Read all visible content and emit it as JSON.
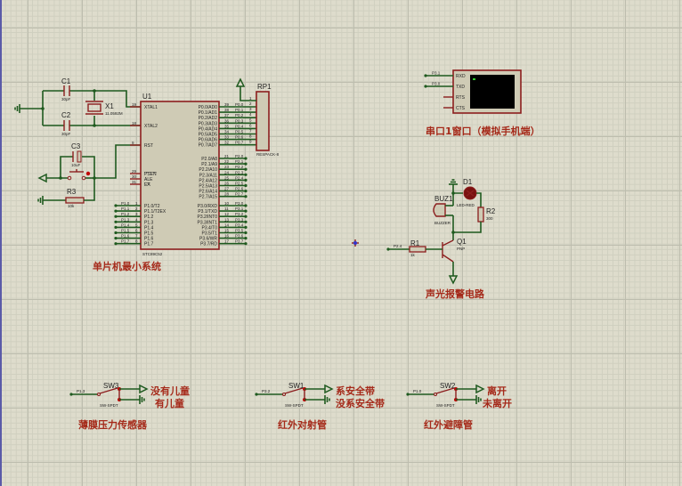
{
  "canvas": {
    "grid_color": "#dedccc",
    "wire_color": "#1f5a1f",
    "part_color": "#8c1e1e",
    "label_color": "#a52a1a"
  },
  "mcu": {
    "ref": "U1",
    "model": "STC89C52",
    "left_pins": [
      {
        "num": "19",
        "name": "XTAL1"
      },
      {
        "num": "18",
        "name": "XTAL2"
      },
      {
        "num": "9",
        "name": "RST"
      },
      {
        "num": "29",
        "name": "PSEN"
      },
      {
        "num": "30",
        "name": "ALE"
      },
      {
        "num": "31",
        "name": "EA"
      }
    ],
    "p1_pins": [
      {
        "num": "1",
        "name": "P1.0/T2",
        "net": "P1.0"
      },
      {
        "num": "2",
        "name": "P1.1/T2EX",
        "net": "P1.1"
      },
      {
        "num": "3",
        "name": "P1.2",
        "net": "P1.2"
      },
      {
        "num": "4",
        "name": "P1.3",
        "net": "P1.3"
      },
      {
        "num": "5",
        "name": "P1.4",
        "net": "P1.4"
      },
      {
        "num": "6",
        "name": "P1.5",
        "net": "P1.5"
      },
      {
        "num": "7",
        "name": "P1.6",
        "net": "P1.6"
      },
      {
        "num": "8",
        "name": "P1.7",
        "net": "P1.7"
      }
    ],
    "p0_pins": [
      {
        "num": "39",
        "name": "P0.0/AD0",
        "net": "P0.0"
      },
      {
        "num": "38",
        "name": "P0.1/AD1",
        "net": "P0.1"
      },
      {
        "num": "37",
        "name": "P0.2/AD2",
        "net": "P0.2"
      },
      {
        "num": "36",
        "name": "P0.3/AD3",
        "net": "P0.3"
      },
      {
        "num": "35",
        "name": "P0.4/AD4",
        "net": "P0.4"
      },
      {
        "num": "34",
        "name": "P0.5/AD5",
        "net": "P0.5"
      },
      {
        "num": "33",
        "name": "P0.6/AD6",
        "net": "P0.6"
      },
      {
        "num": "32",
        "name": "P0.7/AD7",
        "net": "P0.7"
      }
    ],
    "p2_pins": [
      {
        "num": "21",
        "name": "P2.0/A8",
        "net": "P2.0"
      },
      {
        "num": "22",
        "name": "P2.1/A9",
        "net": "P2.1"
      },
      {
        "num": "23",
        "name": "P2.2/A10",
        "net": "P2.2"
      },
      {
        "num": "24",
        "name": "P2.3/A11",
        "net": "P2.3"
      },
      {
        "num": "25",
        "name": "P2.4/A12",
        "net": "P2.4"
      },
      {
        "num": "26",
        "name": "P2.5/A13",
        "net": "P2.5"
      },
      {
        "num": "27",
        "name": "P2.6/A14",
        "net": "P2.6"
      },
      {
        "num": "28",
        "name": "P2.7/A15",
        "net": "P2.7"
      }
    ],
    "p3_pins": [
      {
        "num": "10",
        "name": "P3.0/RXD",
        "net": "P3.0"
      },
      {
        "num": "11",
        "name": "P3.1/TXD",
        "net": "P3.1"
      },
      {
        "num": "12",
        "name": "P3.2/INT0",
        "net": "P3.2"
      },
      {
        "num": "13",
        "name": "P3.3/INT1",
        "net": "P3.3"
      },
      {
        "num": "14",
        "name": "P3.4/T0",
        "net": "P3.4"
      },
      {
        "num": "15",
        "name": "P3.5/T1",
        "net": "P3.5"
      },
      {
        "num": "16",
        "name": "P3.6/WR",
        "net": "P3.6"
      },
      {
        "num": "17",
        "name": "P3.7/RD",
        "net": "P3.7"
      }
    ]
  },
  "components": {
    "c1": {
      "ref": "C1",
      "value": "30pF"
    },
    "c2": {
      "ref": "C2",
      "value": "30pF"
    },
    "x1": {
      "ref": "X1",
      "value": "11.0592M"
    },
    "c3": {
      "ref": "C3",
      "value": "10uF"
    },
    "r3": {
      "ref": "R3",
      "value": "10k"
    },
    "rp1": {
      "ref": "RP1",
      "value": "RESPACK-8",
      "pins": [
        "1",
        "2",
        "3",
        "4",
        "5",
        "6",
        "7",
        "8",
        "9"
      ]
    },
    "terminal": {
      "pins": [
        {
          "net": "P3.1",
          "name": "RXD"
        },
        {
          "net": "P3.0",
          "name": "TXD"
        },
        {
          "net": "",
          "name": "RTS"
        },
        {
          "net": "",
          "name": "CTS"
        }
      ]
    },
    "d1": {
      "ref": "D1",
      "value": "LED-RED"
    },
    "buz1": {
      "ref": "BUZ1",
      "value": "BUZZER"
    },
    "r2": {
      "ref": "R2",
      "value": "300"
    },
    "r1": {
      "ref": "R1",
      "value": "1k",
      "net": "P2.4"
    },
    "q1": {
      "ref": "Q1",
      "value": "PNP"
    },
    "sw3": {
      "ref": "SW3",
      "value": "SW-SPDT",
      "net": "P1.3"
    },
    "sw1": {
      "ref": "SW1",
      "value": "SW-SPDT",
      "net": "P3.2"
    },
    "sw2": {
      "ref": "SW2",
      "value": "SW-SPDT",
      "net": "P1.0"
    }
  },
  "labels": {
    "mcu_section": "单片机最小系统",
    "uart_section": "串口1窗口（模拟手机端）",
    "alarm_section": "声光报警电路",
    "sw3_on": "没有儿童",
    "sw3_off": "有儿童",
    "sw3_section": "薄膜压力传感器",
    "sw1_on": "系安全带",
    "sw1_off": "没系安全带",
    "sw1_section": "红外对射管",
    "sw2_on": "离开",
    "sw2_off": "未离开",
    "sw2_section": "红外避障管"
  }
}
